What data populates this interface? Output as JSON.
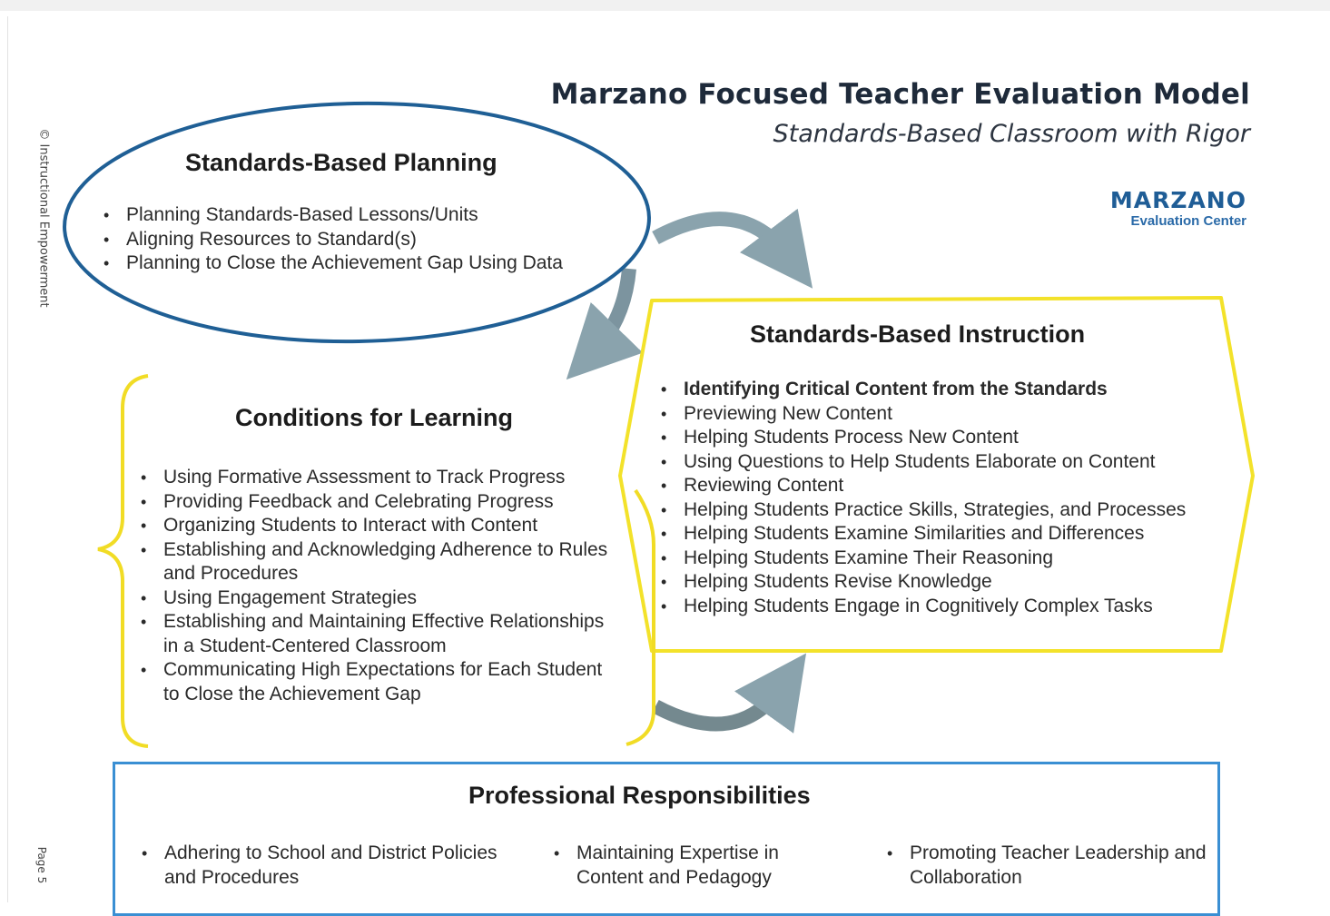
{
  "side_text": "© Instructional Empowerment",
  "page_number": "Page 5",
  "header": {
    "title": "Marzano Focused Teacher Evaluation Model",
    "subtitle": "Standards-Based Classroom with Rigor"
  },
  "logo": {
    "main": "MARZANO",
    "sub": "Evaluation Center"
  },
  "colors": {
    "planning_border": "#1f5f95",
    "instruction_border": "#f3e22a",
    "conditions_brace": "#f1dc25",
    "professional_border": "#3a8fd3",
    "arrow": "#8aa3ad",
    "logo": "#1f5d96"
  },
  "planning": {
    "title": "Standards-Based Planning",
    "items": [
      "Planning Standards-Based Lessons/Units",
      "Aligning Resources to Standard(s)",
      "Planning to Close the Achievement Gap Using Data"
    ]
  },
  "instruction": {
    "title": "Standards-Based Instruction",
    "items": [
      "Identifying Critical Content from the Standards",
      "Previewing New Content",
      "Helping Students Process New Content",
      "Using Questions to Help Students Elaborate on Content",
      "Reviewing Content",
      "Helping Students Practice Skills, Strategies, and Processes",
      "Helping Students Examine Similarities and Differences",
      "Helping Students Examine Their Reasoning",
      "Helping Students Revise Knowledge",
      "Helping Students Engage in Cognitively Complex Tasks"
    ]
  },
  "conditions": {
    "title": "Conditions for Learning",
    "items": [
      "Using Formative Assessment to Track Progress",
      "Providing Feedback and Celebrating Progress",
      "Organizing Students to Interact with Content",
      "Establishing and Acknowledging Adherence to Rules and Procedures",
      "Using Engagement Strategies",
      "Establishing and Maintaining Effective Relationships in a Student-Centered Classroom",
      "Communicating High Expectations for Each Student to Close the Achievement Gap"
    ]
  },
  "professional": {
    "title": "Professional Responsibilities",
    "items": [
      "Adhering to School and District Policies and Procedures",
      "Maintaining Expertise in Content and Pedagogy",
      "Promoting Teacher Leadership and Collaboration"
    ]
  }
}
